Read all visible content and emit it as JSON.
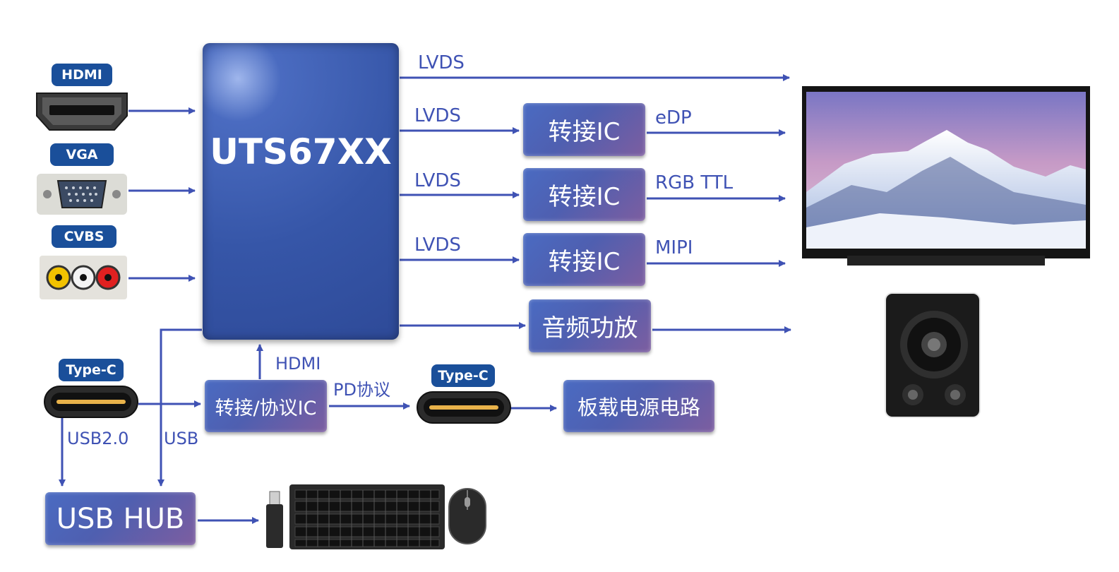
{
  "main_chip": "UTS67XX",
  "inputs": {
    "hdmi": "HDMI",
    "vga": "VGA",
    "cvbs": "CVBS",
    "typec": "Type-C"
  },
  "outputs": {
    "lvds_direct": "LVDS",
    "lvds_1": "LVDS",
    "lvds_2": "LVDS",
    "lvds_3": "LVDS",
    "edp": "eDP",
    "rgb_ttl": "RGB TTL",
    "mipi": "MIPI"
  },
  "bridge_ic": "转接IC",
  "audio_amp": "音频功放",
  "protocol_ic": "转接/协议IC",
  "hdmi_up": "HDMI",
  "pd_protocol": "PD协议",
  "typec_out": "Type-C",
  "power_circuit": "板载电源电路",
  "usb_label": "USB",
  "usb20_label": "USB2.0",
  "usb_hub": "USB HUB",
  "colors": {
    "accent": "#3f52b4",
    "tag": "#1a4f9a",
    "chip": "#3656a8"
  }
}
